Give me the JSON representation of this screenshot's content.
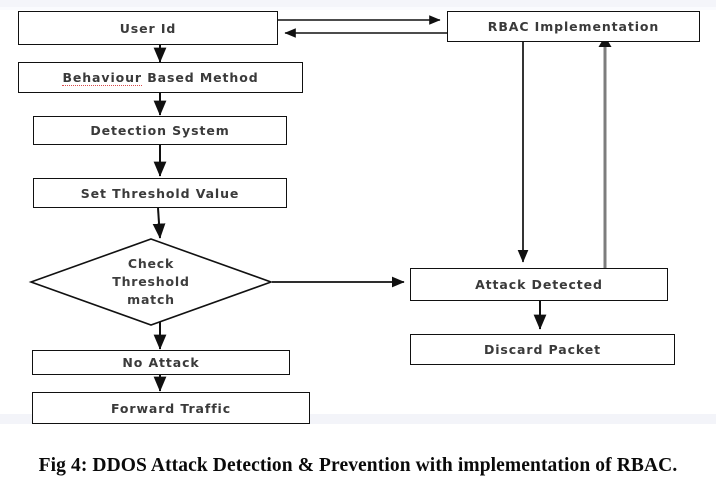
{
  "figure": {
    "caption": "Fig 4: DDOS Attack Detection & Prevention with implementation of RBAC.",
    "background_color": "#ffffff",
    "node_border_color": "#111111",
    "node_text_color": "#3d3d3d",
    "connector_color": "#1a1a1a",
    "feedback_connector_color": "#7d7d7d",
    "spellcheck_underline_color": "#d94b4b"
  },
  "nodes": {
    "user_id": {
      "label": "User Id",
      "shape": "rectangle"
    },
    "behaviour_based_method": {
      "label": "Behaviour Based Method",
      "label_first_word": "Behaviour",
      "label_rest": " Based Method",
      "shape": "rectangle",
      "spellcheck_flag": true
    },
    "detection_system": {
      "label": "Detection System",
      "shape": "rectangle"
    },
    "set_threshold_value": {
      "label": "Set Threshold Value",
      "shape": "rectangle"
    },
    "check_threshold_match": {
      "shape": "diamond",
      "label_line1": "Check",
      "label_line2": "Threshold",
      "label_line3": "match"
    },
    "no_attack": {
      "label": "No Attack",
      "shape": "rectangle"
    },
    "forward_traffic": {
      "label": "Forward Traffic",
      "shape": "rectangle"
    },
    "rbac_implementation": {
      "label": "RBAC Implementation",
      "shape": "rectangle"
    },
    "attack_detected": {
      "label": "Attack Detected",
      "shape": "rectangle"
    },
    "discard_packet": {
      "label": "Discard Packet",
      "shape": "rectangle"
    }
  },
  "edges": [
    {
      "from": "user_id",
      "to": "rbac_implementation",
      "style": "arrow-right"
    },
    {
      "from": "rbac_implementation",
      "to": "user_id",
      "style": "arrow-left"
    },
    {
      "from": "user_id",
      "to": "behaviour_based_method",
      "style": "arrow-down"
    },
    {
      "from": "behaviour_based_method",
      "to": "detection_system",
      "style": "arrow-down"
    },
    {
      "from": "detection_system",
      "to": "set_threshold_value",
      "style": "arrow-down"
    },
    {
      "from": "set_threshold_value",
      "to": "check_threshold_match",
      "style": "arrow-down"
    },
    {
      "from": "check_threshold_match",
      "to": "no_attack",
      "style": "arrow-down"
    },
    {
      "from": "no_attack",
      "to": "forward_traffic",
      "style": "arrow-down"
    },
    {
      "from": "check_threshold_match",
      "to": "attack_detected",
      "style": "arrow-right"
    },
    {
      "from": "rbac_implementation",
      "to": "attack_detected",
      "style": "arrow-down"
    },
    {
      "from": "attack_detected",
      "to": "rbac_implementation",
      "style": "arrow-up-gray"
    },
    {
      "from": "attack_detected",
      "to": "discard_packet",
      "style": "arrow-down"
    }
  ]
}
